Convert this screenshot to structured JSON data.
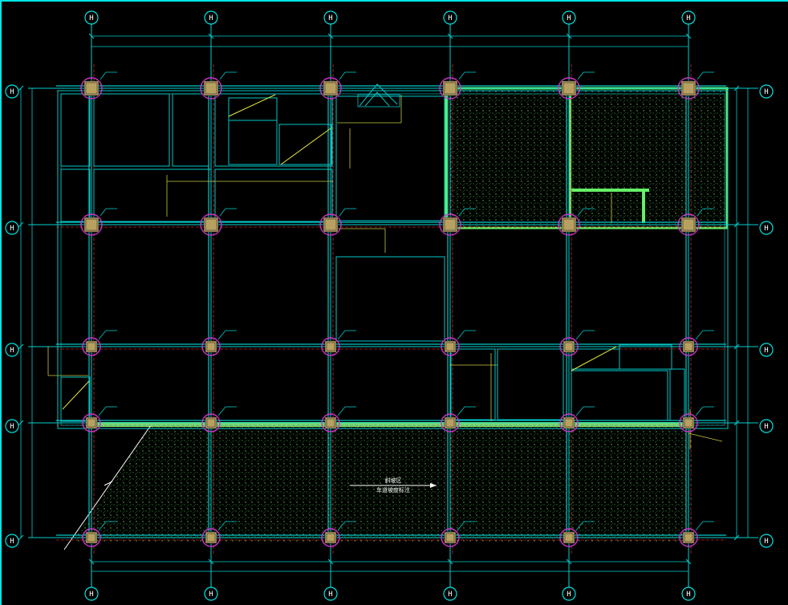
{
  "drawing": {
    "background": "#000000",
    "colors": {
      "frame": "#00e5e5",
      "grid": "#00d0d0",
      "beam": "#00c8c8",
      "axis_line": "#cc2222",
      "column_ring": "#cc33cc",
      "column_fill": "#b8a060",
      "leader": "#00c8c8",
      "dim_yellow": "#c8c840",
      "hatch": "#66ee66",
      "brace": "#e8e840",
      "text": "#ffffff"
    },
    "axis_bubbles": {
      "top": [
        "H",
        "H",
        "H",
        "H",
        "H",
        "H"
      ],
      "bottom": [
        "H",
        "H",
        "H",
        "H",
        "H",
        "H"
      ],
      "left": [
        "H",
        "H",
        "H",
        "H",
        "H"
      ],
      "right": [
        "H",
        "H",
        "H",
        "H",
        "H"
      ]
    },
    "annotation": {
      "line1": "斜坡区",
      "line2": "车道坡度标注"
    }
  }
}
